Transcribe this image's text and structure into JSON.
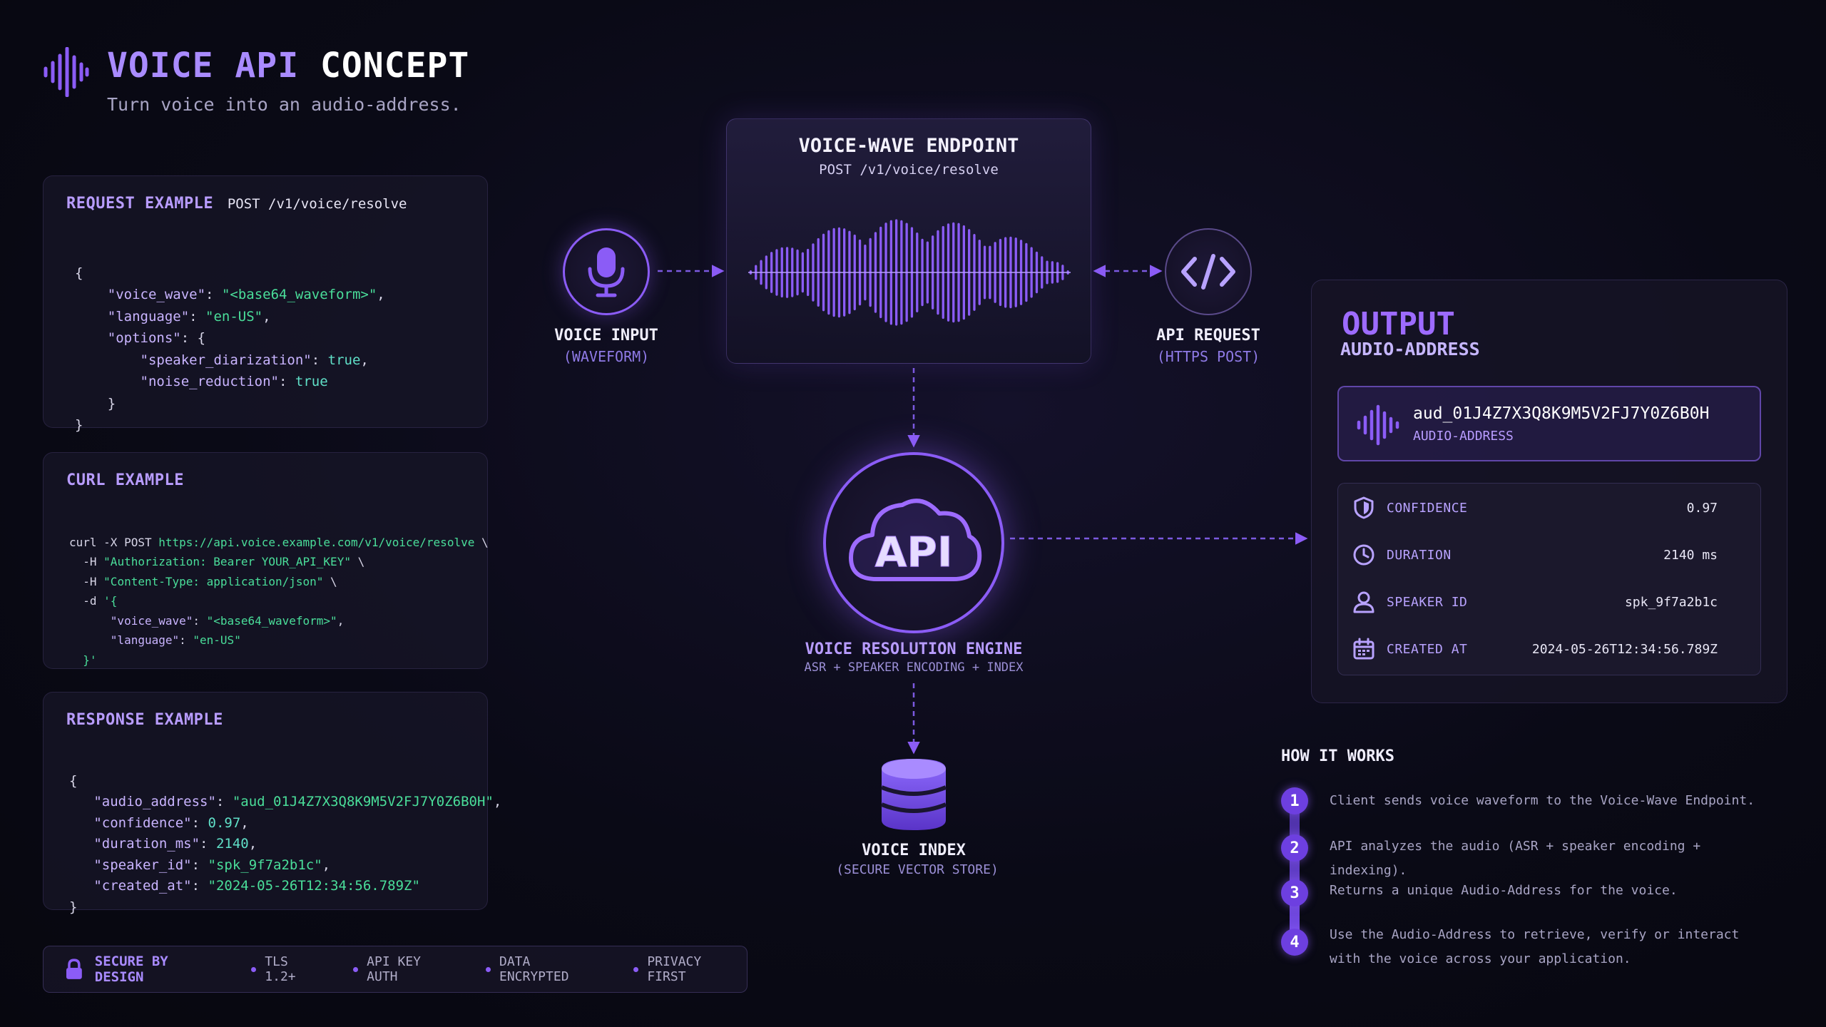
{
  "header": {
    "title_part1": "VOICE API",
    "title_part2": "CONCEPT",
    "subtitle": "Turn voice into an audio-address.",
    "logo_icon": "waveform-icon"
  },
  "request_example": {
    "title": "REQUEST EXAMPLE",
    "endpoint": "POST /v1/voice/resolve",
    "code": {
      "open": "{",
      "voice_wave_key": "\"voice_wave\"",
      "voice_wave_val": "\"<base64_waveform>\"",
      "language_key": "\"language\"",
      "language_val": "\"en-US\"",
      "options_key": "\"options\"",
      "speaker_key": "\"speaker_diarization\"",
      "speaker_val": "true",
      "noise_key": "\"noise_reduction\"",
      "noise_val": "true",
      "close_inner": "}",
      "close": "}"
    }
  },
  "curl_example": {
    "title": "CURL EXAMPLE",
    "line1_cmd": "curl -X POST ",
    "line1_url": "https://api.voice.example.com/v1/voice/resolve",
    "line1_end": " \\",
    "line2_flag": "-H ",
    "line2_str": "\"Authorization: Bearer YOUR_API_KEY\"",
    "line3_flag": "-H ",
    "line3_str": "\"Content-Type: application/json\"",
    "line4_flag": "-d ",
    "line4_str": "'{",
    "line5_key": "\"voice_wave\"",
    "line5_val": "\"<base64_waveform>\"",
    "line6_key": "\"language\"",
    "line6_val": "\"en-US\"",
    "line7": "}'"
  },
  "response_example": {
    "title": "RESPONSE EXAMPLE",
    "open": "{",
    "audio_address_key": "\"audio_address\"",
    "audio_address_val": "\"aud_01J4Z7X3Q8K9M5V2FJ7Y0Z6B0H\"",
    "confidence_key": "\"confidence\"",
    "confidence_val": "0.97",
    "duration_key": "\"duration_ms\"",
    "duration_val": "2140",
    "speaker_key": "\"speaker_id\"",
    "speaker_val": "\"spk_9f7a2b1c\"",
    "created_key": "\"created_at\"",
    "created_val": "\"2024-05-26T12:34:56.789Z\"",
    "close": "}"
  },
  "diagram": {
    "voice_input": {
      "label": "VOICE INPUT",
      "sub": "(WAVEFORM)",
      "icon": "microphone-icon"
    },
    "endpoint": {
      "title": "VOICE-WAVE ENDPOINT",
      "sub": "POST /v1/voice/resolve"
    },
    "api_request": {
      "label": "API REQUEST",
      "sub": "(HTTPS POST)",
      "icon": "code-icon"
    },
    "engine": {
      "icon_text": "API",
      "label": "VOICE RESOLUTION ENGINE",
      "sub": "ASR + SPEAKER ENCODING + INDEX"
    },
    "index": {
      "label": "VOICE INDEX",
      "sub": "(SECURE VECTOR STORE)",
      "icon": "database-icon"
    }
  },
  "output": {
    "title": "OUTPUT",
    "subtitle": "AUDIO-ADDRESS",
    "address": "aud_01J4Z7X3Q8K9M5V2FJ7Y0Z6B0H",
    "address_label": "AUDIO-ADDRESS",
    "meta": [
      {
        "label": "CONFIDENCE",
        "value": "0.97",
        "icon": "shield-icon"
      },
      {
        "label": "DURATION",
        "value": "2140 ms",
        "icon": "clock-icon"
      },
      {
        "label": "SPEAKER ID",
        "value": "spk_9f7a2b1c",
        "icon": "user-icon"
      },
      {
        "label": "CREATED AT",
        "value": "2024-05-26T12:34:56.789Z",
        "icon": "calendar-icon"
      }
    ]
  },
  "how_it_works": {
    "title": "HOW IT WORKS",
    "steps": [
      {
        "num": "1",
        "text": "Client sends voice waveform to the Voice-Wave Endpoint."
      },
      {
        "num": "2",
        "text": "API analyzes the audio (ASR + speaker encoding + indexing)."
      },
      {
        "num": "3",
        "text": "Returns a unique Audio-Address for the voice."
      },
      {
        "num": "4",
        "text": "Use the Audio-Address to retrieve, verify or interact with the voice across your application."
      }
    ]
  },
  "footer": {
    "title": "SECURE BY DESIGN",
    "icon": "lock-icon",
    "chips": [
      "TLS 1.2+",
      "API KEY AUTH",
      "DATA ENCRYPTED",
      "PRIVACY FIRST"
    ]
  },
  "colors": {
    "accent": "#8b5cf6",
    "accent_light": "#b8a2ff",
    "string_green": "#4ade9a",
    "background": "#0a0a16"
  }
}
